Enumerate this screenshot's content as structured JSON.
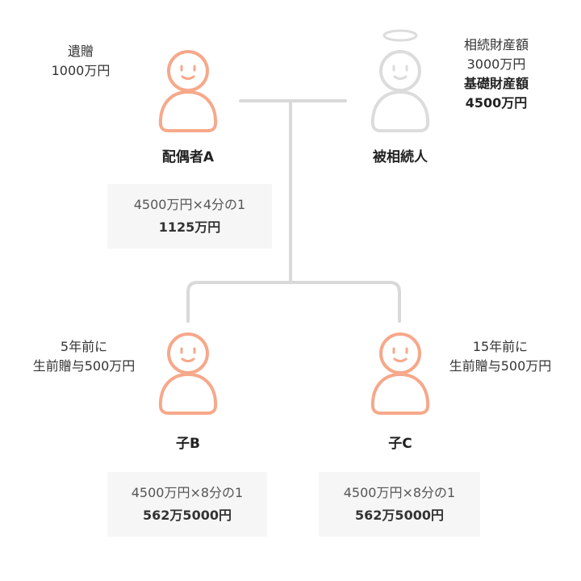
{
  "colors": {
    "heir": "#f6a88a",
    "deceased": "#dcdcdc",
    "line": "#d9d9d9",
    "box": "#f6f6f6"
  },
  "deceased": {
    "name": "被相続人",
    "note_line1": "相続財産額",
    "note_line2": "3000万円",
    "note_line3": "基礎財産額",
    "note_line4": "4500万円",
    "icon": "angel-person-icon"
  },
  "spouse": {
    "name": "配偶者A",
    "note_line1": "遺贈",
    "note_line2": "1000万円",
    "calc_line1": "4500万円×4分の1",
    "calc_line2": "1125万円",
    "icon": "person-icon"
  },
  "child_b": {
    "name": "子B",
    "note_line1": "5年前に",
    "note_line2": "生前贈与500万円",
    "calc_line1": "4500万円×8分の1",
    "calc_line2": "562万5000円",
    "icon": "person-icon"
  },
  "child_c": {
    "name": "子C",
    "note_line1": "15年前に",
    "note_line2": "生前贈与500万円",
    "calc_line1": "4500万円×8分の1",
    "calc_line2": "562万5000円",
    "icon": "person-icon"
  }
}
